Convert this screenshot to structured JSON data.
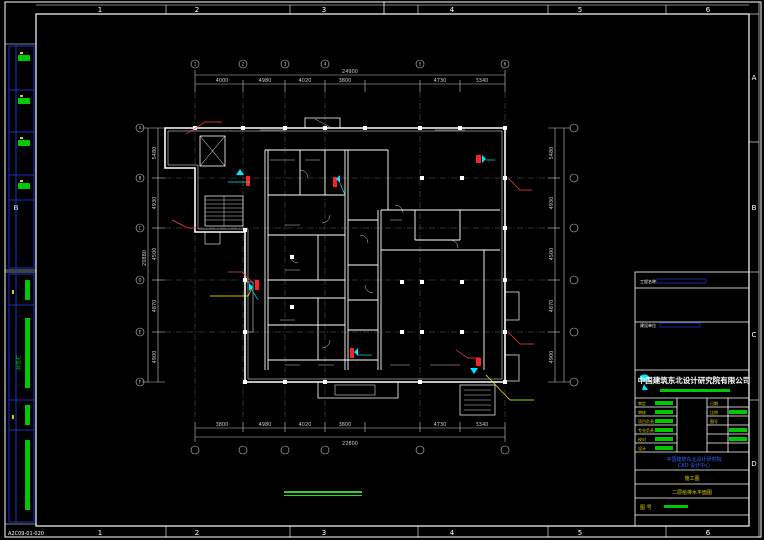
{
  "grid": {
    "columns": [
      "1",
      "2",
      "3",
      "4",
      "5",
      "6"
    ],
    "rows": [
      "A",
      "B",
      "C",
      "D"
    ]
  },
  "dimensions": {
    "top_overall": "24900",
    "top_segments": [
      "4000",
      "4980",
      "4020",
      "3800",
      "4730",
      "3340"
    ],
    "bottom_overall": "22800",
    "bottom_segments": [
      "3800",
      "4980",
      "4020",
      "3800",
      "4730",
      "3340"
    ],
    "left_overall": "20880",
    "left_segments": [
      "5480",
      "4930",
      "4500",
      "4870",
      "4900"
    ],
    "right_segments": [
      "5480",
      "4930",
      "4500",
      "4870",
      "4900"
    ]
  },
  "axis_bubbles": {
    "vertical": [
      "1",
      "2",
      "3",
      "4",
      "5",
      "6"
    ],
    "horizontal": [
      "A",
      "B",
      "C",
      "D",
      "E",
      "F"
    ]
  },
  "title_block": {
    "company": "中国建筑东北设计研究院有限公司",
    "note_line_1": "工程名称",
    "note_line_2": "建设单位",
    "project_line_1": "中国建筑东北设计研究院",
    "project_line_2": "CAD 设计中心",
    "drawing_name": "二层给排水平面图",
    "stage": "施工图",
    "sheet_label": "图 号",
    "rows_left": [
      "审定",
      "审核",
      "项目负责",
      "专业负责",
      "校对",
      "设计"
    ],
    "rows_right": [
      "日期",
      "比例",
      "图号"
    ]
  },
  "left_strip": {
    "stamp_label": "会签栏",
    "bottom_code": "A2C09-01-020"
  },
  "colors": {
    "frame": "#ffffff",
    "wall": "#ffffff",
    "grid_line": "#b0b0b0",
    "dim": "#c8c8c8",
    "leader": "#ffff00",
    "pipe_red": "#ff2020",
    "pipe_cyan": "#00e5ff",
    "stamp_green": "#00c800",
    "stamp_blue": "#2040ff",
    "tb_blue": "#3060ff",
    "tb_yellow": "#e0d000",
    "scale_green": "#30d030"
  }
}
